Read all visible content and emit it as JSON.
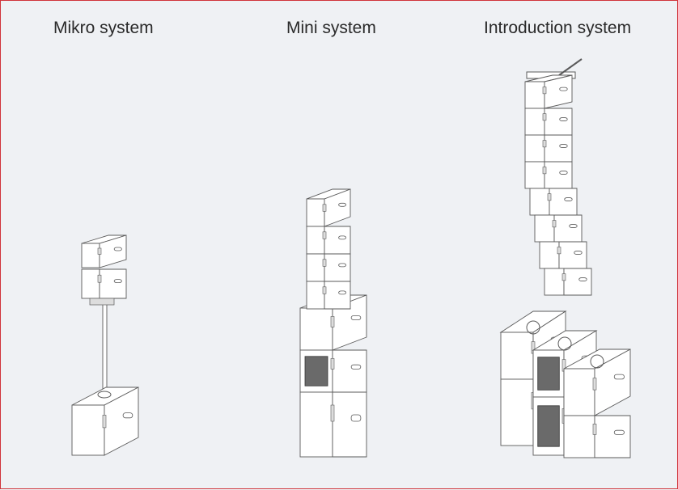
{
  "titles": {
    "mikro": "Mikro system",
    "mini": "Mini system",
    "introduction": "Introduction system"
  },
  "colors": {
    "border": "#d0343a",
    "background": "#eff1f4",
    "line": "#5a5a5a"
  }
}
